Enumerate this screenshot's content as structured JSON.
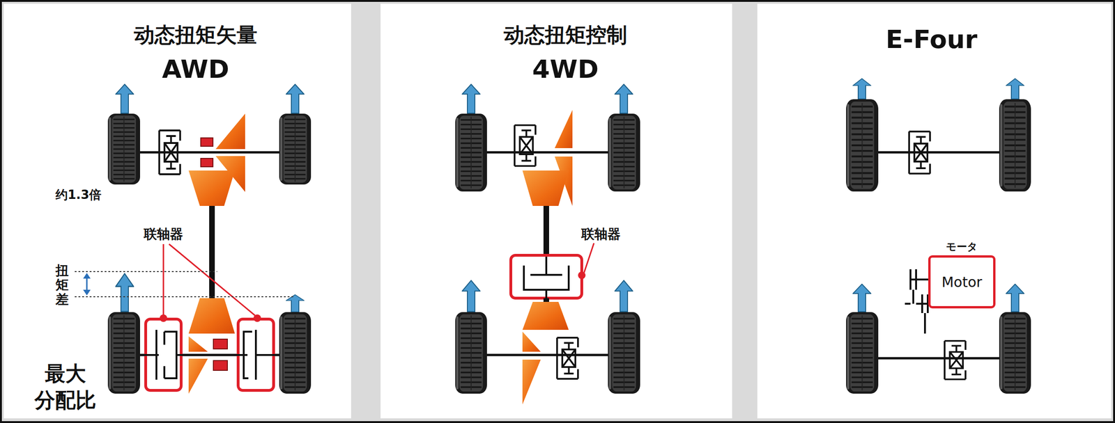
{
  "diagram": {
    "nodes": [
      {
        "text": [
          "动态扭矩矢量",
          "AWD"
        ]
      },
      {
        "text": [
          "动态扭矩控制",
          "4WD"
        ]
      },
      {
        "text": [
          "E-Four"
        ]
      },
      {
        "text": [
          "モータ",
          "Motor"
        ],
        "in": 2
      }
    ],
    "labels": [
      "约1.3倍",
      "扭矩差",
      "联轴器",
      "最大 分配比",
      "联轴器"
    ]
  }
}
